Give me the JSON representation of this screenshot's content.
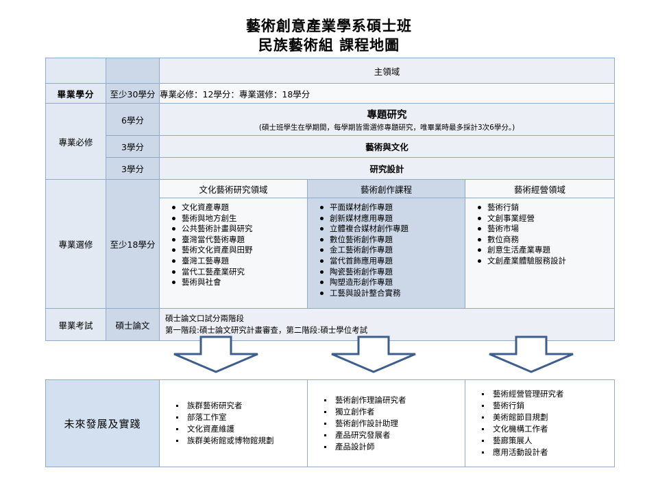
{
  "title": {
    "line1": "藝術創意產業學系碩士班",
    "line2": "民族藝術組  課程地圖"
  },
  "main_table": {
    "domain_header": "主領域",
    "rows": {
      "graduation_credits": {
        "label": "畢業學分",
        "credits": "至少30學分",
        "content": "專業必修：12學分：專業選修：18學分"
      },
      "required": {
        "label": "專業必修",
        "items": [
          {
            "credits": "6學分",
            "course": "專題研究",
            "note": "(碩士班學生在學期間，每學期皆需選修專題研究，唯畢業時最多採計3次6學分。)"
          },
          {
            "credits": "3學分",
            "course": "藝術與文化",
            "note": ""
          },
          {
            "credits": "3學分",
            "course": "研究設計",
            "note": ""
          }
        ]
      },
      "elective": {
        "label": "專業選修",
        "credits": "至少18學分",
        "columns": [
          {
            "header": "文化藝術研究領域",
            "courses": [
              "文化資產專題",
              "藝術與地方創生",
              "公共藝術計畫與研究",
              "臺灣當代藝術專題",
              "藝術文化資產與田野",
              "臺灣工藝專題",
              "當代工藝產業研究",
              "藝術與社會"
            ]
          },
          {
            "header": "藝術創作課程",
            "courses": [
              "平面媒材創作專題",
              "創新媒材應用專題",
              "立體複合媒材創作專題",
              "數位藝術創作專題",
              "金工藝術創作專題",
              "當代首飾應用專題",
              "陶瓷藝術創作專題",
              "陶塑造形創作專題",
              "工藝與設計整合實務"
            ]
          },
          {
            "header": "藝術經營領域",
            "courses": [
              "藝術行銷",
              "文創事業經營",
              "藝術市場",
              "數位商務",
              "創意生活產業專題",
              "文創產業體驗服務設計"
            ]
          }
        ]
      },
      "exam": {
        "label": "畢業考試",
        "type": "碩士論文",
        "line1": "碩士論文口試分兩階段",
        "line2": "第一階段:碩士論文研究計畫審查，第二階段:碩士學位考試"
      }
    }
  },
  "arrows": {
    "icon": "arrow-down-icon",
    "count": 3,
    "stroke_color": "#3d5e8c",
    "fill_color": "#ffffff"
  },
  "bottom_table": {
    "label": "未來發展及實踐",
    "columns": [
      {
        "items": [
          "族群藝術研究者",
          "部落工作室",
          "文化資產維護",
          "族群美術館或博物館規劃"
        ]
      },
      {
        "items": [
          "藝術創作理論研究者",
          "獨立創作者",
          "藝術創作設計助理",
          "產品研究發展者",
          "產品設計師"
        ]
      },
      {
        "items": [
          "藝術經營管理研究者",
          "藝術行銷",
          "美術館節目規劃",
          "文化機構工作者",
          "藝廊策展人",
          "應用活動設計者"
        ]
      }
    ]
  },
  "colors": {
    "border": "#8faac8",
    "label_bg": "#e2e9f3",
    "credit_bg": "#ccd7e8",
    "future_label_bg": "#d3e0f0",
    "accent": "#3d5e8c"
  }
}
